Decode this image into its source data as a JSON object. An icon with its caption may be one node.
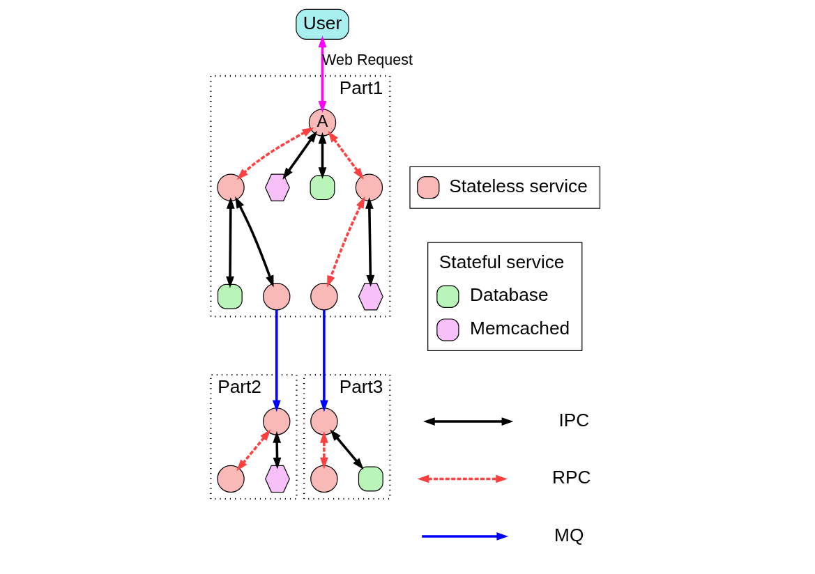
{
  "diagram": {
    "nodes": [
      {
        "text": [
          "User"
        ]
      },
      {
        "text": [
          "Part1"
        ]
      },
      {
        "text": [
          "A"
        ],
        "in": 1
      },
      {
        "text": [],
        "shape": "circle",
        "in": 1
      },
      {
        "text": [],
        "shape": "hexagon",
        "in": 1
      },
      {
        "text": [],
        "shape": "box",
        "in": 1
      },
      {
        "text": [],
        "shape": "circle",
        "in": 1
      },
      {
        "text": [],
        "shape": "box",
        "in": 1
      },
      {
        "text": [],
        "shape": "circle",
        "in": 1
      },
      {
        "text": [],
        "shape": "circle",
        "in": 1
      },
      {
        "text": [],
        "shape": "hexagon",
        "in": 1
      },
      {
        "text": [
          "Part2"
        ]
      },
      {
        "text": [],
        "shape": "circle",
        "in": 11
      },
      {
        "text": [],
        "shape": "circle",
        "in": 11
      },
      {
        "text": [],
        "shape": "hexagon",
        "in": 11
      },
      {
        "text": [
          "Part3"
        ]
      },
      {
        "text": [],
        "shape": "circle",
        "in": 15
      },
      {
        "text": [],
        "shape": "circle",
        "in": 15
      },
      {
        "text": [],
        "shape": "box",
        "in": 15
      }
    ],
    "edges": [
      {
        "from": 0,
        "to": 2,
        "arrow": "both",
        "label": "Web Request",
        "color": "#ff00ff"
      },
      {
        "from": 2,
        "to": 3,
        "arrow": "both",
        "style": "dashed",
        "color": "#ff4040"
      },
      {
        "from": 2,
        "to": 4,
        "arrow": "both"
      },
      {
        "from": 2,
        "to": 5,
        "arrow": "both"
      },
      {
        "from": 2,
        "to": 6,
        "arrow": "both",
        "style": "dashed",
        "color": "#ff4040"
      },
      {
        "from": 3,
        "to": 7,
        "arrow": "both"
      },
      {
        "from": 3,
        "to": 8,
        "arrow": "both"
      },
      {
        "from": 6,
        "to": 9,
        "arrow": "both",
        "style": "dashed",
        "color": "#ff4040"
      },
      {
        "from": 6,
        "to": 10,
        "arrow": "both"
      },
      {
        "from": 8,
        "to": 12,
        "arrow": "to",
        "color": "#0000ff"
      },
      {
        "from": 9,
        "to": 16,
        "arrow": "to",
        "color": "#0000ff"
      },
      {
        "from": 12,
        "to": 13,
        "arrow": "both",
        "style": "dashed",
        "color": "#ff4040"
      },
      {
        "from": 12,
        "to": 14,
        "arrow": "both"
      },
      {
        "from": 16,
        "to": 17,
        "arrow": "both",
        "style": "dashed",
        "color": "#ff4040"
      },
      {
        "from": 16,
        "to": 18,
        "arrow": "both"
      }
    ],
    "labels": [
      "Stateful service"
    ],
    "legend": [
      {
        "text": "Stateless service",
        "color": "#f9b9b7"
      },
      {
        "text": "Database",
        "color": "#b9f5b9"
      },
      {
        "text": "Memcached",
        "color": "#f8c0f8"
      },
      {
        "text": "IPC"
      },
      {
        "text": "RPC"
      },
      {
        "text": "MQ"
      }
    ]
  }
}
